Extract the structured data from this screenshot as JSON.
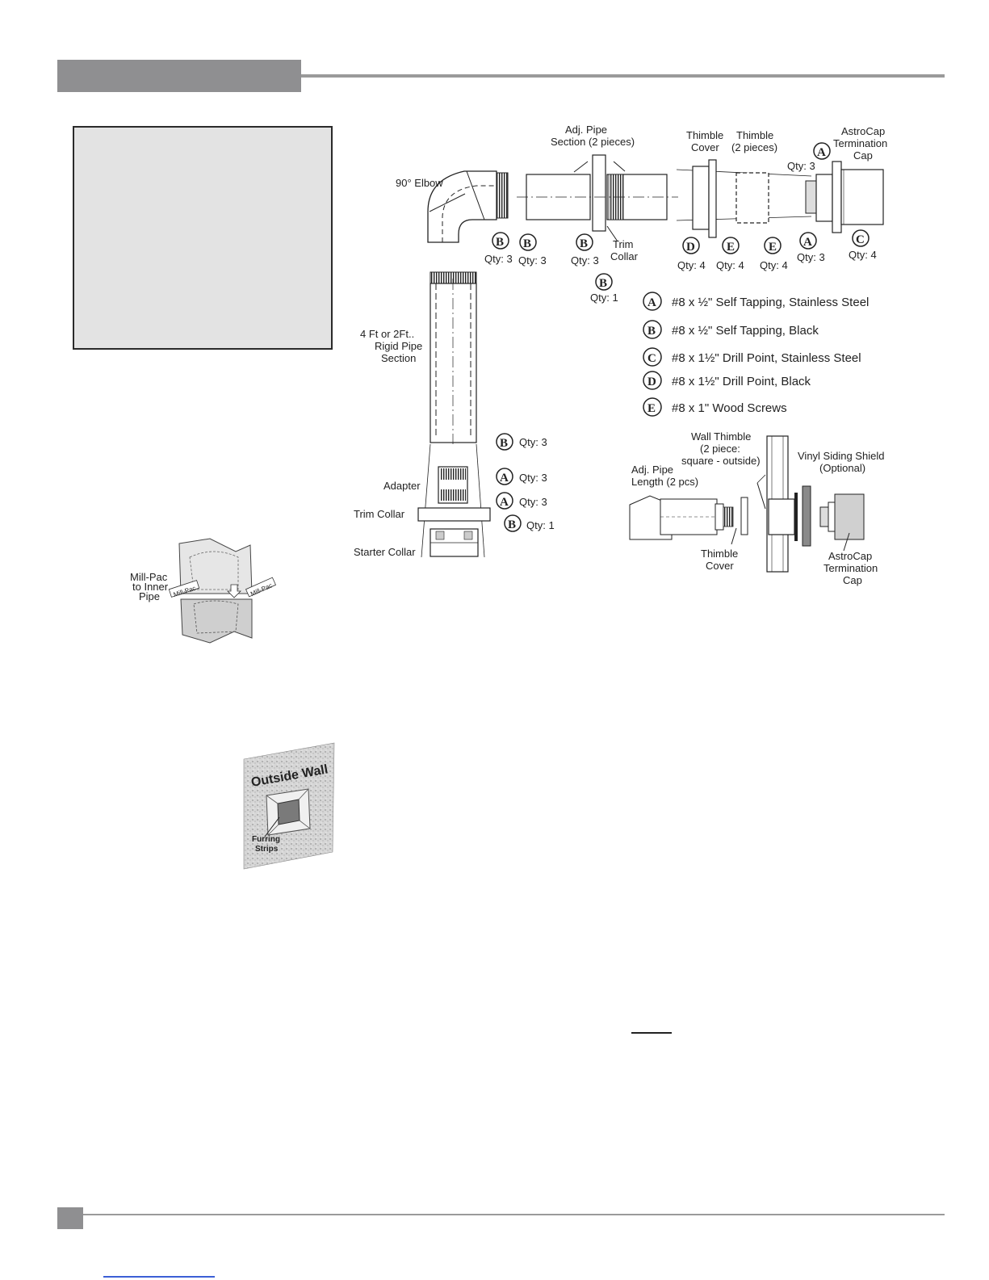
{
  "labels": {
    "elbow": "90° Elbow",
    "adj_pipe_1": "Adj. Pipe",
    "adj_pipe_2": "Section (2 pieces)",
    "thimble_cover_1": "Thimble",
    "thimble_cover_2": "Cover",
    "thimble_1": "Thimble",
    "thimble_2": "(2 pieces)",
    "astrocap_1": "AstroCap",
    "astrocap_2": "Termination",
    "astrocap_3": "Cap",
    "trim_collar_1": "Trim",
    "trim_collar_2": "Collar",
    "rigid_pipe_1": "4 Ft or 2Ft..",
    "rigid_pipe_2": "Rigid Pipe",
    "rigid_pipe_3": "Section",
    "adapter": "Adapter",
    "trim_collar": "Trim Collar",
    "starter_collar": "Starter Collar",
    "wall_thimble_1": "Wall Thimble",
    "wall_thimble_2": "(2 piece:",
    "wall_thimble_3": "square - outside)",
    "vinyl_1": "Vinyl Siding Shield",
    "vinyl_2": "(Optional)",
    "adj_len_1": "Adj. Pipe",
    "adj_len_2": "Length (2 pcs)",
    "tc2_1": "Thimble",
    "tc2_2": "Cover",
    "ac2_1": "AstroCap",
    "ac2_2": "Termination",
    "ac2_3": "Cap",
    "millpac_1": "Mill-Pac",
    "millpac_2": "to Inner",
    "millpac_3": "Pipe",
    "millpac_tube": "Mill-Pac",
    "outside_wall": "Outside Wall",
    "furring_1": "Furring",
    "furring_2": "Strips"
  },
  "qty": {
    "q3": "Qty: 3",
    "q1": "Qty: 1",
    "q4": "Qty: 4"
  },
  "legend": [
    {
      "letter": "A",
      "text": "#8 x ½\" Self Tapping, Stainless Steel"
    },
    {
      "letter": "B",
      "text": "#8 x ½\" Self Tapping, Black"
    },
    {
      "letter": "C",
      "text": "#8 x 1½\" Drill Point, Stainless Steel"
    },
    {
      "letter": "D",
      "text": "#8 x 1½\" Drill Point, Black"
    },
    {
      "letter": "E",
      "text": "#8 x 1\" Wood Screws"
    }
  ]
}
